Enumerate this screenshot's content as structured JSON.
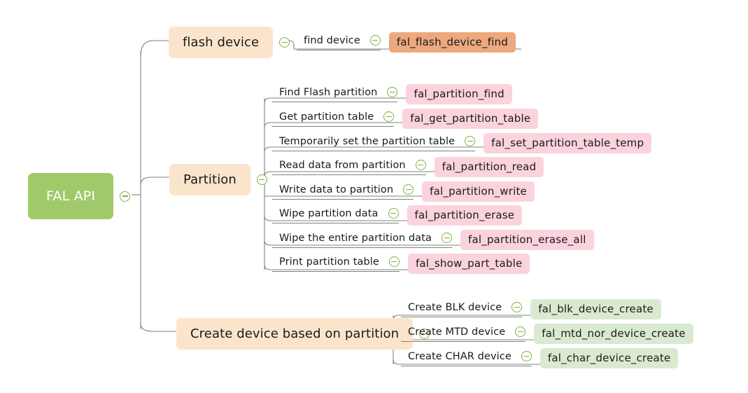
{
  "diagram": {
    "type": "mindmap",
    "title": "FAL API",
    "colors": {
      "root": "#a0ca6a",
      "branch": "#fae5cc",
      "flash_function": "#eca97d",
      "partition_function": "#fbd3dd",
      "device_function": "#d9ead0",
      "connector": "#808080",
      "toggle": "#7cb342"
    },
    "toggle_icon": "collapse-minus-icon"
  },
  "root": {
    "label": "FAL API"
  },
  "branches": [
    {
      "id": "flash-device",
      "label": "flash device",
      "children": [
        {
          "label": "find device",
          "function": "fal_flash_device_find",
          "chip": "fn-orange"
        }
      ]
    },
    {
      "id": "partition",
      "label": "Partition",
      "children": [
        {
          "label": "Find Flash partition",
          "function": "fal_partition_find",
          "chip": "fn-pink"
        },
        {
          "label": "Get partition table",
          "function": "fal_get_partition_table",
          "chip": "fn-pink"
        },
        {
          "label": "Temporarily set the partition table",
          "function": "fal_set_partition_table_temp",
          "chip": "fn-pink"
        },
        {
          "label": "Read data from partition",
          "function": "fal_partition_read",
          "chip": "fn-pink"
        },
        {
          "label": "Write data to partition",
          "function": "fal_partition_write",
          "chip": "fn-pink"
        },
        {
          "label": "Wipe partition data",
          "function": "fal_partition_erase",
          "chip": "fn-pink"
        },
        {
          "label": "Wipe the entire partition data",
          "function": "fal_partition_erase_all",
          "chip": "fn-pink"
        },
        {
          "label": "Print partition table",
          "function": "fal_show_part_table",
          "chip": "fn-pink"
        }
      ]
    },
    {
      "id": "create-device",
      "label": "Create device based on partition",
      "children": [
        {
          "label": "Create BLK device",
          "function": "fal_blk_device_create",
          "chip": "fn-green"
        },
        {
          "label": "Create MTD device",
          "function": "fal_mtd_nor_device_create",
          "chip": "fn-green"
        },
        {
          "label": "Create CHAR device",
          "function": "fal_char_device_create",
          "chip": "fn-green"
        }
      ]
    }
  ]
}
